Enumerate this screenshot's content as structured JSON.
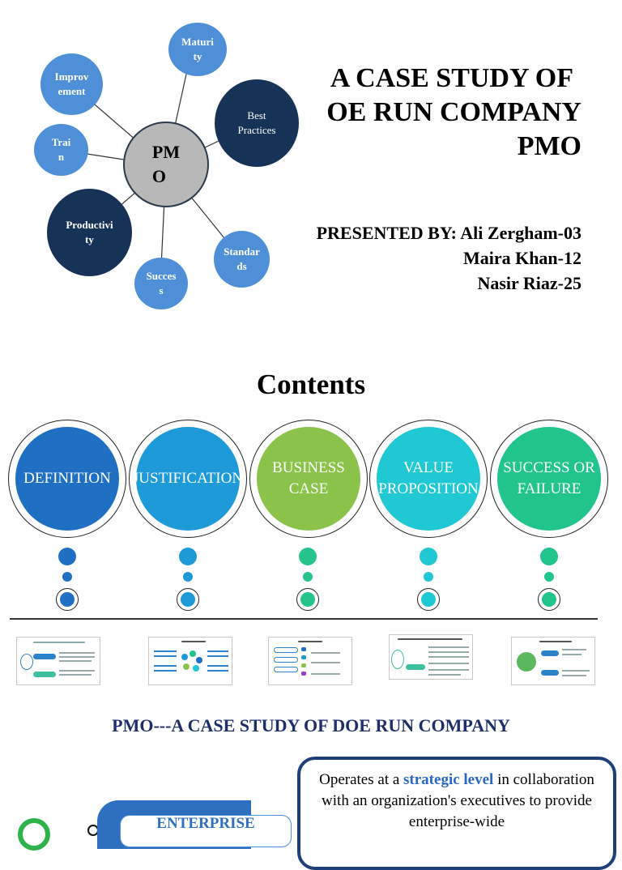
{
  "slide1": {
    "title_lines": [
      "A CASE STUDY OF",
      "OE RUN COMPANY",
      "PMO"
    ],
    "presented_lines": [
      "PRESENTED BY: Ali Zergham-03",
      "Maira Khan-12",
      "Nasir Riaz-25"
    ],
    "mindmap": {
      "center": [
        "PM",
        "O"
      ],
      "nodes": [
        {
          "id": "maturity",
          "lines": [
            "Maturi",
            "ty"
          ],
          "tone": "light"
        },
        {
          "id": "improvement",
          "lines": [
            "Improv",
            "ement"
          ],
          "tone": "light"
        },
        {
          "id": "best-practices",
          "lines": [
            "Best",
            "Practices"
          ],
          "tone": "dark"
        },
        {
          "id": "train",
          "lines": [
            "Trai",
            "n"
          ],
          "tone": "light"
        },
        {
          "id": "productivity",
          "lines": [
            "Productivi",
            "ty"
          ],
          "tone": "dark"
        },
        {
          "id": "standards",
          "lines": [
            "Standar",
            "ds"
          ],
          "tone": "light"
        },
        {
          "id": "success",
          "lines": [
            "Succes",
            "s"
          ],
          "tone": "light"
        }
      ]
    },
    "colors": {
      "light_node": "#4f8fd8",
      "dark_node": "#163256",
      "center_node": "#b8b8b8"
    }
  },
  "slide2": {
    "title": "Contents",
    "items": [
      {
        "lines": [
          "DEFINITION"
        ],
        "color": "#1f6fc3"
      },
      {
        "lines": [
          "JUSTIFICATION"
        ],
        "color": "#1e9ad8"
      },
      {
        "lines": [
          "BUSINESS",
          "CASE"
        ],
        "color": "#8bc34a"
      },
      {
        "lines": [
          "VALUE",
          "PROPOSITION"
        ],
        "color": "#1fc8d2"
      },
      {
        "lines": [
          "SUCCESS OR",
          "FAILURE"
        ],
        "color": "#21c48a"
      }
    ],
    "dot_colors": [
      "#1f6fc3",
      "#1e9ad8",
      "#26c48a",
      "#1fc8d2",
      "#21c48a"
    ]
  },
  "slide3": {
    "title": "PMO---A CASE STUDY OF DOE RUN COMPANY",
    "callout": {
      "prefix": "Operates at a ",
      "highlight": "strategic level",
      "rest": " in collaboration with an organization's executives to provide enterprise-wide"
    },
    "label": "ENTERPRISE"
  }
}
